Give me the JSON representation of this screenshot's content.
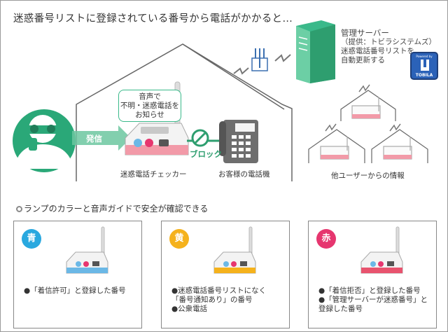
{
  "title": "迷惑番号リストに登録されている番号から電話がかかると…",
  "server": {
    "title": "管理サーバー",
    "provider": "（提供：トビラシステムズ）",
    "desc_line1": "迷惑電話番号リストを",
    "desc_line2": "自動更新する",
    "logo_caption": "Powered by",
    "logo_text": "TOBILA"
  },
  "bubble": {
    "line1": "音声で",
    "line2": "不明・迷惑電話を",
    "line3": "お知らせ"
  },
  "labels": {
    "call": "発信",
    "block": "ブロック",
    "checker": "迷惑電話チェッカー",
    "phone": "お客様の電話機",
    "other_users": "他ユーザーからの情報"
  },
  "section_title": "ランプのカラーと音声ガイドで安全が確認できる",
  "cards": [
    {
      "badge": "青",
      "color": "#29a8df",
      "lines": [
        "●「着信許可」と登録した番号"
      ]
    },
    {
      "badge": "黄",
      "color": "#f5b21c",
      "lines": [
        "●迷惑電話番号リストになく",
        "「番号通知あり」の番号",
        "●公衆電話"
      ]
    },
    {
      "badge": "赤",
      "color": "#e6366f",
      "lines": [
        "●「着信拒否」と登録した番号",
        "●「管理サーバーが迷惑番号」と",
        "登録した番号"
      ]
    }
  ],
  "colors": {
    "accent_green": "#2e9e6f",
    "bubble_border": "#3ab98a",
    "house_line": "#666666",
    "lamp_red": "#e8536e"
  }
}
